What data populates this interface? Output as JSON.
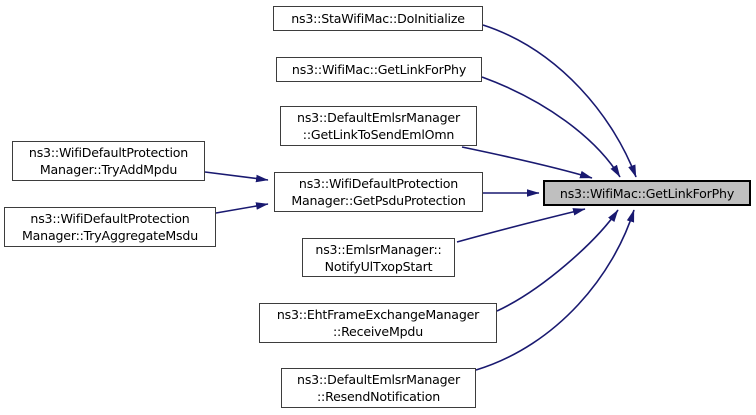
{
  "diagram_type": "call-graph",
  "colors": {
    "edge_color": "#191970",
    "node_fill": "#ffffff",
    "node_border": "#3d3d3d",
    "target_fill": "#bfbfbf",
    "target_border": "#000000",
    "text_color": "#000000",
    "page_bg": "#ffffff"
  },
  "nodes": {
    "sta_do_initialize": {
      "lines": [
        "ns3::StaWifiMac::DoInitialize"
      ]
    },
    "wifimac_get_link_for_phy": {
      "lines": [
        "ns3::WifiMac::GetLinkForPhy"
      ]
    },
    "get_link_to_send_eml_omn": {
      "lines": [
        "ns3::DefaultEmlsrManager",
        "::GetLinkToSendEmlOmn"
      ]
    },
    "get_psdu_protection": {
      "lines": [
        "ns3::WifiDefaultProtection",
        "Manager::GetPsduProtection"
      ]
    },
    "try_add_mpdu": {
      "lines": [
        "ns3::WifiDefaultProtection",
        "Manager::TryAddMpdu"
      ]
    },
    "try_aggregate_msdu": {
      "lines": [
        "ns3::WifiDefaultProtection",
        "Manager::TryAggregateMsdu"
      ]
    },
    "notify_ul_txop_start": {
      "lines": [
        "ns3::EmlsrManager::",
        "NotifyUlTxopStart"
      ]
    },
    "receive_mpdu": {
      "lines": [
        "ns3::EhtFrameExchangeManager",
        "::ReceiveMpdu"
      ]
    },
    "resend_notification": {
      "lines": [
        "ns3::DefaultEmlsrManager",
        "::ResendNotification"
      ]
    },
    "target": {
      "lines": [
        "ns3::WifiMac::GetLinkForPhy"
      ]
    }
  },
  "edges": [
    {
      "from": "ns3::StaWifiMac::DoInitialize",
      "to": "ns3::WifiMac::GetLinkForPhy"
    },
    {
      "from": "ns3::WifiMac::GetLinkForPhy",
      "to": "ns3::WifiMac::GetLinkForPhy"
    },
    {
      "from": "ns3::DefaultEmlsrManager::GetLinkToSendEmlOmn",
      "to": "ns3::WifiMac::GetLinkForPhy"
    },
    {
      "from": "ns3::WifiDefaultProtectionManager::GetPsduProtection",
      "to": "ns3::WifiMac::GetLinkForPhy"
    },
    {
      "from": "ns3::EmlsrManager::NotifyUlTxopStart",
      "to": "ns3::WifiMac::GetLinkForPhy"
    },
    {
      "from": "ns3::EhtFrameExchangeManager::ReceiveMpdu",
      "to": "ns3::WifiMac::GetLinkForPhy"
    },
    {
      "from": "ns3::DefaultEmlsrManager::ResendNotification",
      "to": "ns3::WifiMac::GetLinkForPhy"
    },
    {
      "from": "ns3::WifiDefaultProtectionManager::TryAddMpdu",
      "to": "ns3::WifiDefaultProtectionManager::GetPsduProtection"
    },
    {
      "from": "ns3::WifiDefaultProtectionManager::TryAggregateMsdu",
      "to": "ns3::WifiDefaultProtectionManager::GetPsduProtection"
    }
  ]
}
